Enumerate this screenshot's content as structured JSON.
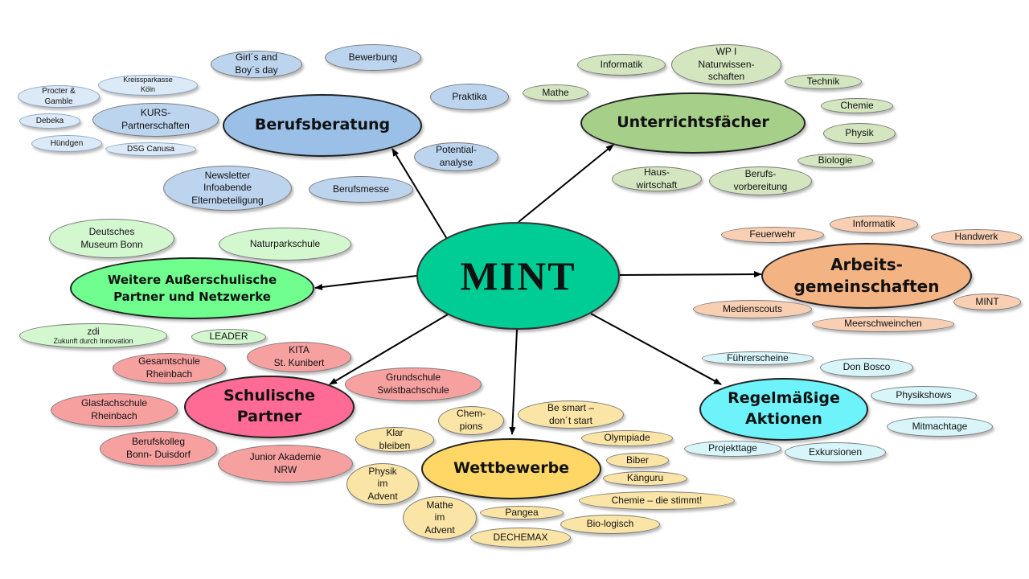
{
  "center": {
    "label": "MINT"
  },
  "colors": {
    "center": "#00cc96",
    "berufsberatung": "#9ac0e8",
    "unterrichtsfaecher": "#a6cf8a",
    "arbeitsgemeinschaften": "#f4b383",
    "regelmaessige_aktionen": "#6ef3fb",
    "wettbewerbe": "#fed766",
    "schulische_partner": "#ff6b95",
    "weitere_partner": "#70fe8f",
    "arrow": "#000000"
  },
  "berufsberatung": {
    "label": "Berufsberatung",
    "items": {
      "girls_boys_day": "Girl´s and\nBoy´s day",
      "bewerbung": "Bewerbung",
      "praktika": "Praktika",
      "potentialanalyse": "Potential-\nanalyse",
      "berufsmesse": "Berufsmesse",
      "newsletter": "Newsletter\nInfoabende\nElternbeteiligung",
      "kurs_partnerschaften": "KURS-\nPartnerschaften",
      "procter_gamble": "Procter &\nGamble",
      "kreissparkasse": "Kreissparkasse\nKöln",
      "debeka": "Debeka",
      "huendgen": "Hündgen",
      "dsg_canusa": "DSG Canusa"
    }
  },
  "unterrichtsfaecher": {
    "label": "Unterrichtsfächer",
    "items": {
      "informatik": "Informatik",
      "wp_naturwissenschaften": "WP I\nNaturwissen-\nschaften",
      "technik": "Technik",
      "mathe": "Mathe",
      "chemie": "Chemie",
      "physik": "Physik",
      "biologie": "Biologie",
      "hauswirtschaft": "Haus-\nwirtschaft",
      "berufsvorbereitung": "Berufs-\nvorbereitung"
    }
  },
  "arbeitsgemeinschaften": {
    "label": "Arbeits-\ngemeinschaften",
    "items": {
      "feuerwehr": "Feuerwehr",
      "informatik": "Informatik",
      "handwerk": "Handwerk",
      "medienscouts": "Medienscouts",
      "mint": "MINT",
      "meerschweinchen": "Meerschweinchen"
    }
  },
  "regelmaessige_aktionen": {
    "label": "Regelmäßige\nAktionen",
    "items": {
      "fuehrerscheine": "Führerscheine",
      "don_bosco": "Don Bosco",
      "physikshows": "Physikshows",
      "mitmachtage": "Mitmachtage",
      "projekttage": "Projekttage",
      "exkursionen": "Exkursionen"
    }
  },
  "wettbewerbe": {
    "label": "Wettbewerbe",
    "items": {
      "champions": "Chem-\npions",
      "be_smart": "Be smart –\ndon´t start",
      "klar_bleiben": "Klar\nbleiben",
      "olympiade": "Olympiade",
      "biber": "Biber",
      "kaenguru": "Känguru",
      "chemie_die_stimmt": "Chemie – die stimmt!",
      "physik_im_advent": "Physik\nim\nAdvent",
      "mathe_im_advent": "Mathe\nim\nAdvent",
      "pangea": "Pangea",
      "bio_logisch": "Bio-logisch",
      "dechemax": "DECHEMAX"
    }
  },
  "schulische_partner": {
    "label": "Schulische\nPartner",
    "items": {
      "gesamtschule_rheinbach": "Gesamtschule\nRheinbach",
      "kita_st_kunibert": "KITA\nSt. Kunibert",
      "grundschule_swistbachschule": "Grundschule\nSwistbachschule",
      "glasfachschule_rheinbach": "Glasfachschule\nRheinbach",
      "berufskolleg_bonn_duisdorf": "Berufskolleg\nBonn- Duisdorf",
      "junior_akademie_nrw": "Junior Akademie\nNRW"
    }
  },
  "weitere_partner": {
    "label": "Weitere Außerschulische\nPartner und Netzwerke",
    "items": {
      "deutsches_museum_bonn": "Deutsches\nMuseum Bonn",
      "naturparkschule": "Naturparkschule",
      "zdi": "zdi",
      "zdi_full": "Zukunft durch Innovation",
      "leader": "LEADER"
    }
  }
}
